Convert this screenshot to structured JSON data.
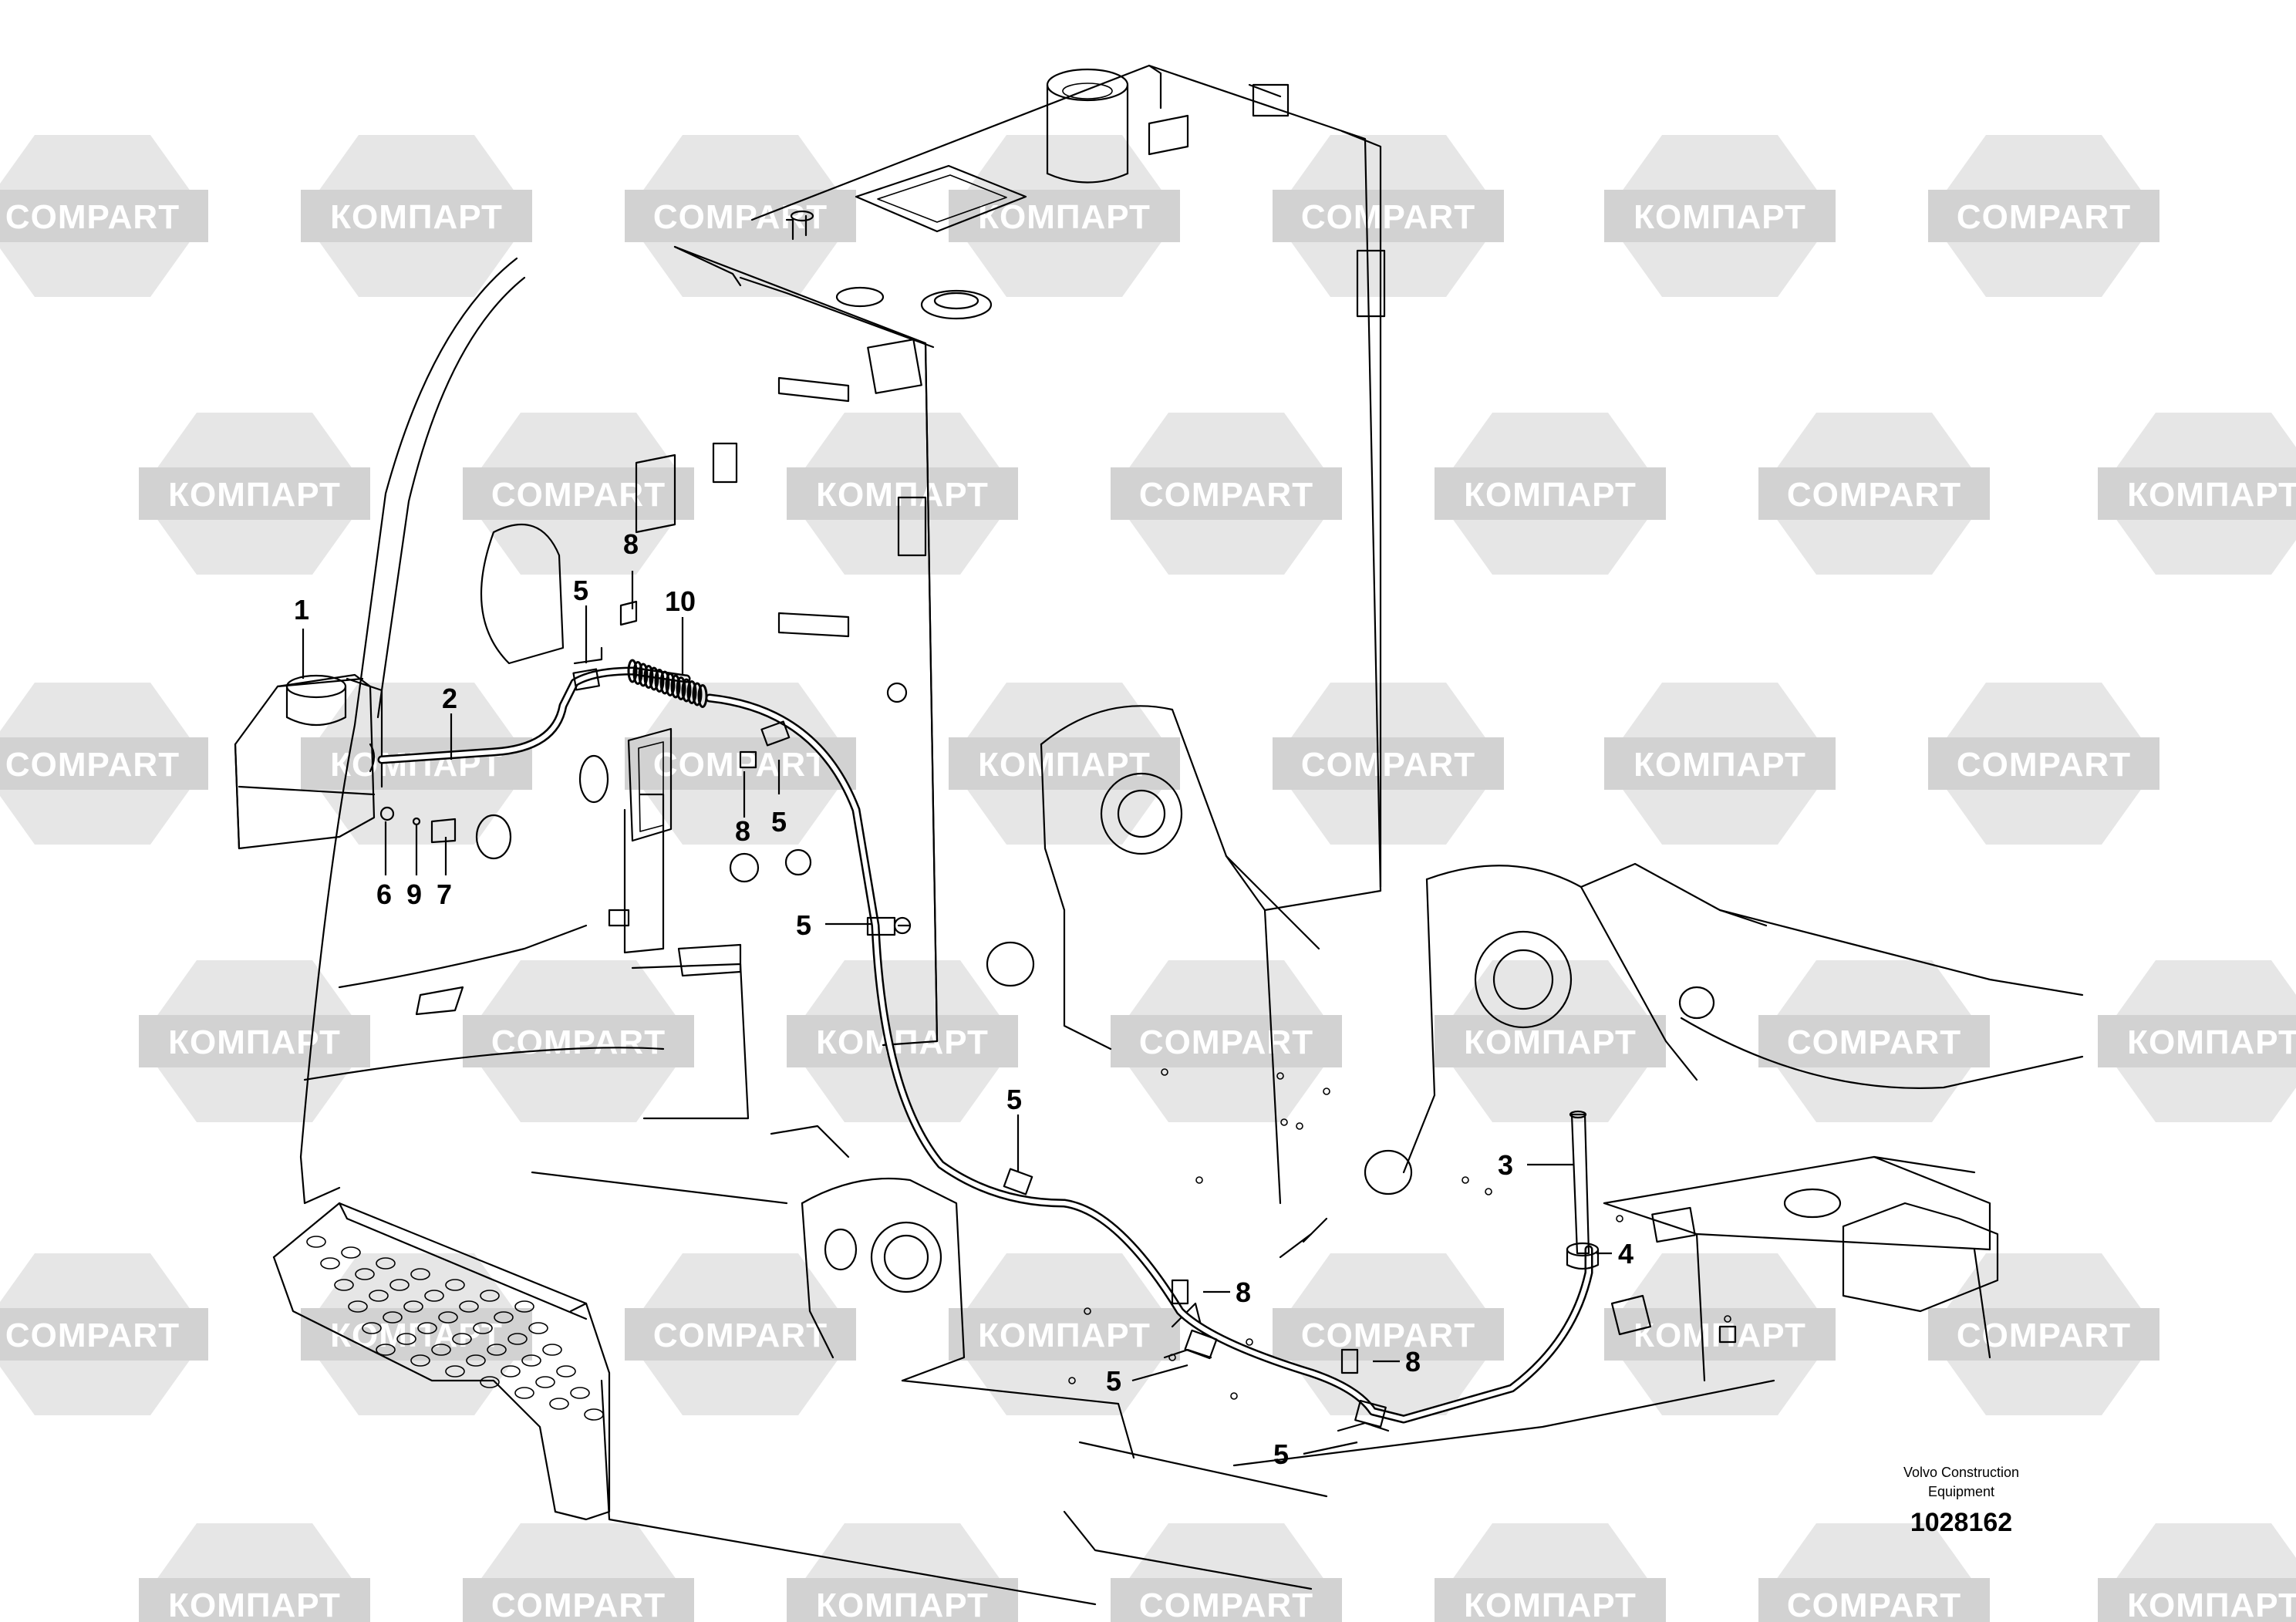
{
  "watermark": {
    "latin": "COMPART",
    "cyrillic": "КОМПАРТ"
  },
  "callouts": [
    "1",
    "2",
    "3",
    "4",
    "5",
    "6",
    "7",
    "8",
    "9",
    "10"
  ],
  "credit": {
    "line1": "Volvo Construction",
    "line2": "Equipment"
  },
  "part_number": "1028162"
}
